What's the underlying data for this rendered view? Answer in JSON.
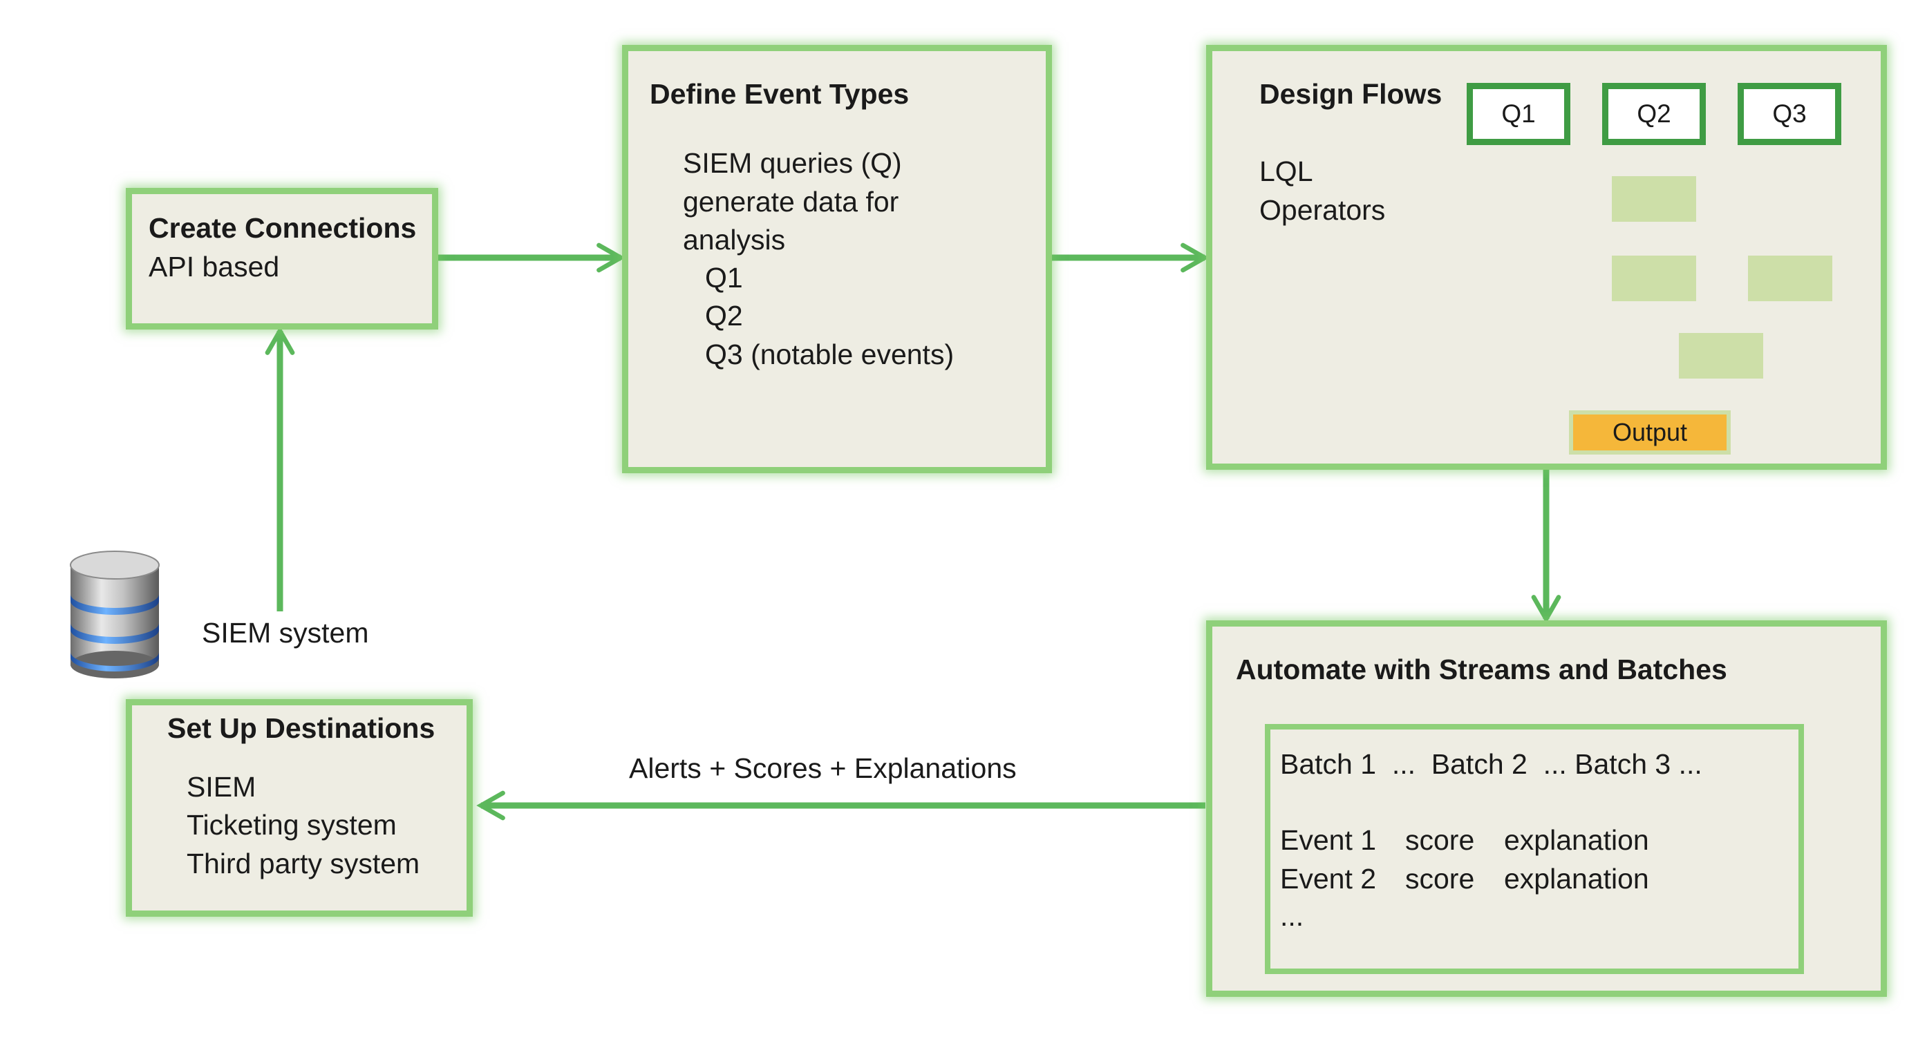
{
  "create_connections": {
    "title": "Create Connections",
    "subtitle": "API based"
  },
  "define_event_types": {
    "title": "Define Event Types",
    "lines": [
      "SIEM queries (Q)",
      "generate data for",
      "analysis",
      "Q1",
      "Q2",
      "Q3 (notable events)"
    ]
  },
  "design_flows": {
    "title": "Design Flows",
    "lines": [
      "LQL",
      "Operators"
    ],
    "queries": [
      "Q1",
      "Q2",
      "Q3"
    ],
    "output_label": "Output"
  },
  "automate": {
    "title": "Automate with Streams and Batches",
    "batch_line": "Batch 1  ...  Batch 2  ... Batch 3 ...",
    "events": [
      {
        "event": "Event 1",
        "score": "score",
        "explanation": "explanation"
      },
      {
        "event": "Event 2",
        "score": "score",
        "explanation": "explanation"
      }
    ],
    "ellipsis": "..."
  },
  "destinations": {
    "title": "Set Up Destinations",
    "lines": [
      "SIEM",
      "Ticketing system",
      "Third party system"
    ]
  },
  "siem_system_label": "SIEM system",
  "alerts_label": "Alerts + Scores + Explanations",
  "colors": {
    "box_fill": "#eeede3",
    "box_border": "#8fd07a",
    "arrow": "#5cb85c",
    "query_border": "#3f9c44",
    "operator_fill": "#cddfa8",
    "output_fill": "#f5b73a",
    "flow_line": "#5b8fc9"
  },
  "icons": {
    "database": "database-icon"
  }
}
